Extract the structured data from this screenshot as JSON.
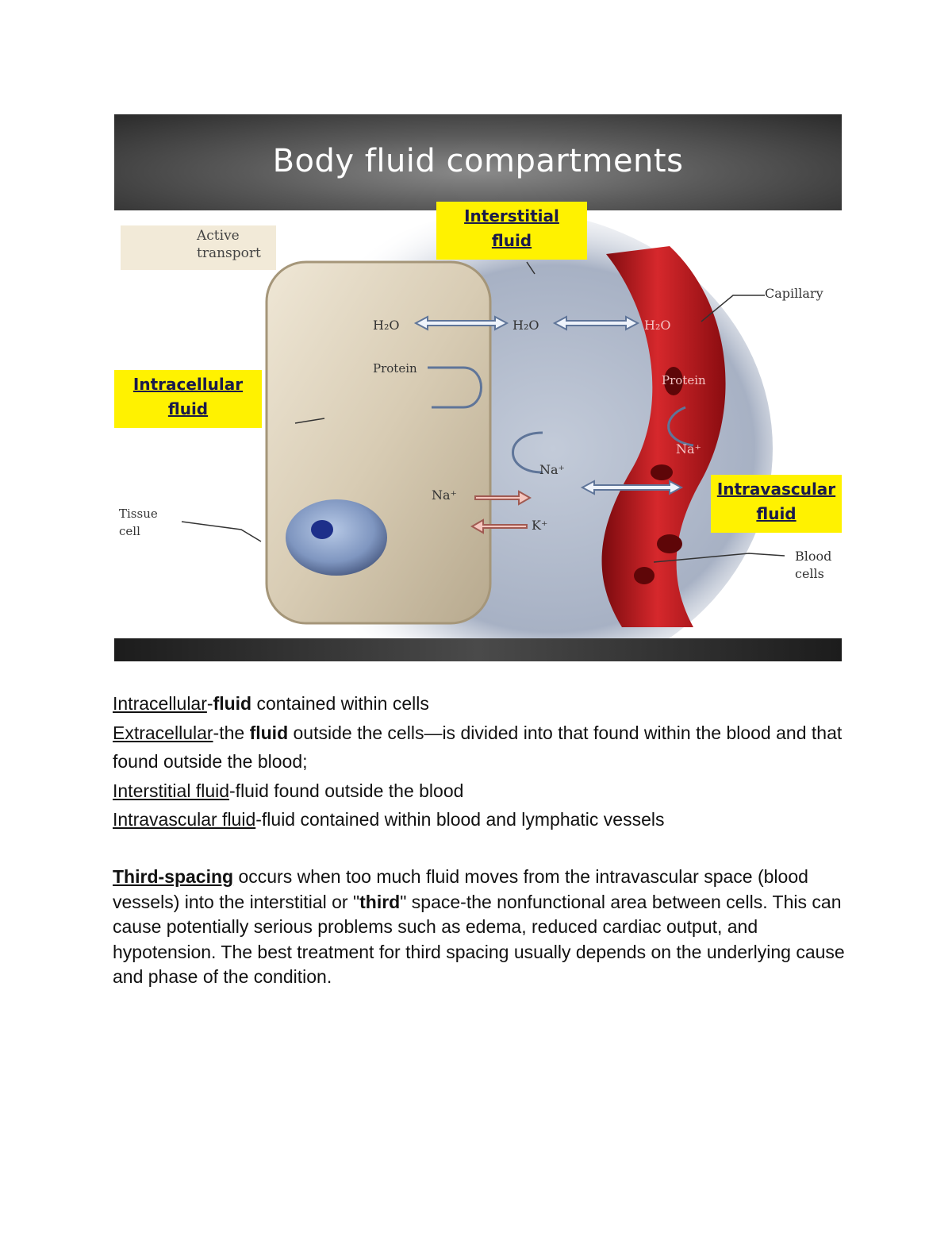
{
  "figure": {
    "title": "Body fluid compartments",
    "labels": {
      "interstitial": [
        "Interstitial",
        "fluid"
      ],
      "intracellular": [
        "Intracellular",
        "fluid"
      ],
      "intravascular": [
        "Intravascular",
        "fluid"
      ]
    },
    "legend": [
      "Active",
      "transport"
    ],
    "annotations": {
      "capillary": "Capillary",
      "tissue_cell_1": "Tissue",
      "tissue_cell_2": "cell",
      "blood_cells_1": "Blood",
      "blood_cells_2": "cells",
      "h2o": "H₂O",
      "protein": "Protein",
      "na": "Na⁺",
      "k": "K⁺"
    },
    "colors": {
      "highlight": "#fff200",
      "vessel": "#c0141a",
      "cell": "#d8ccb4",
      "interstitial_bg": "#a9b3c6"
    }
  },
  "definitions": {
    "intracellular": {
      "term": "Intracellular",
      "sep": "-",
      "bold": "fluid",
      "rest": " contained within cells"
    },
    "extracellular": {
      "term": "Extracellular",
      "sep": "-the ",
      "bold": "fluid",
      "rest": " outside the cells—is divided into that found within the blood and that found outside the blood;"
    },
    "interstitial": {
      "term": "Interstitial fluid",
      "rest": "-fluid found outside the blood"
    },
    "intravascular": {
      "term": "Intravascular fluid",
      "rest": "-fluid contained within blood and lymphatic vessels"
    }
  },
  "third_spacing": {
    "term": "Third-spacing",
    "part1": " occurs when too much fluid moves from the intravascular space (blood vessels) into the interstitial or \"",
    "bold": "third",
    "part2": "\" space-the nonfunctional area between cells. This can cause potentially serious problems such as edema, reduced cardiac output, and hypotension.  The best treatment for third spacing usually depends on the underlying cause and phase of the condition."
  }
}
